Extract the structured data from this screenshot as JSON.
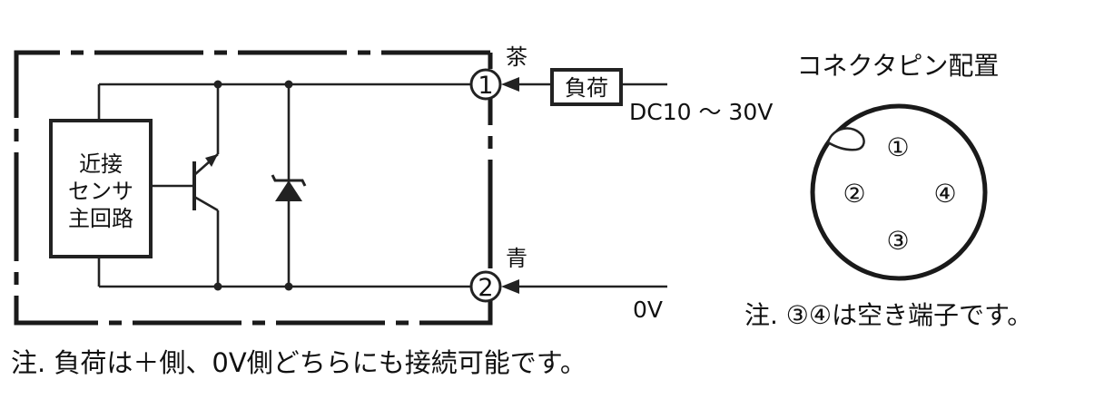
{
  "sensor_block": {
    "line1": "近接",
    "line2": "センサ",
    "line3": "主回路"
  },
  "terminals": {
    "pin1": {
      "number": "1",
      "wire_color": "茶"
    },
    "pin2": {
      "number": "2",
      "wire_color": "青"
    }
  },
  "load_label": "負荷",
  "supply_label": "DC10 ～ 30V",
  "ground_label": "0V",
  "connector": {
    "title": "コネクタピン配置",
    "pins": [
      "①",
      "②",
      "③",
      "④"
    ],
    "note": "注. ③④は空き端子です。"
  },
  "footer_note": "注. 負荷は＋側、0V側どちらにも接続可能です。"
}
